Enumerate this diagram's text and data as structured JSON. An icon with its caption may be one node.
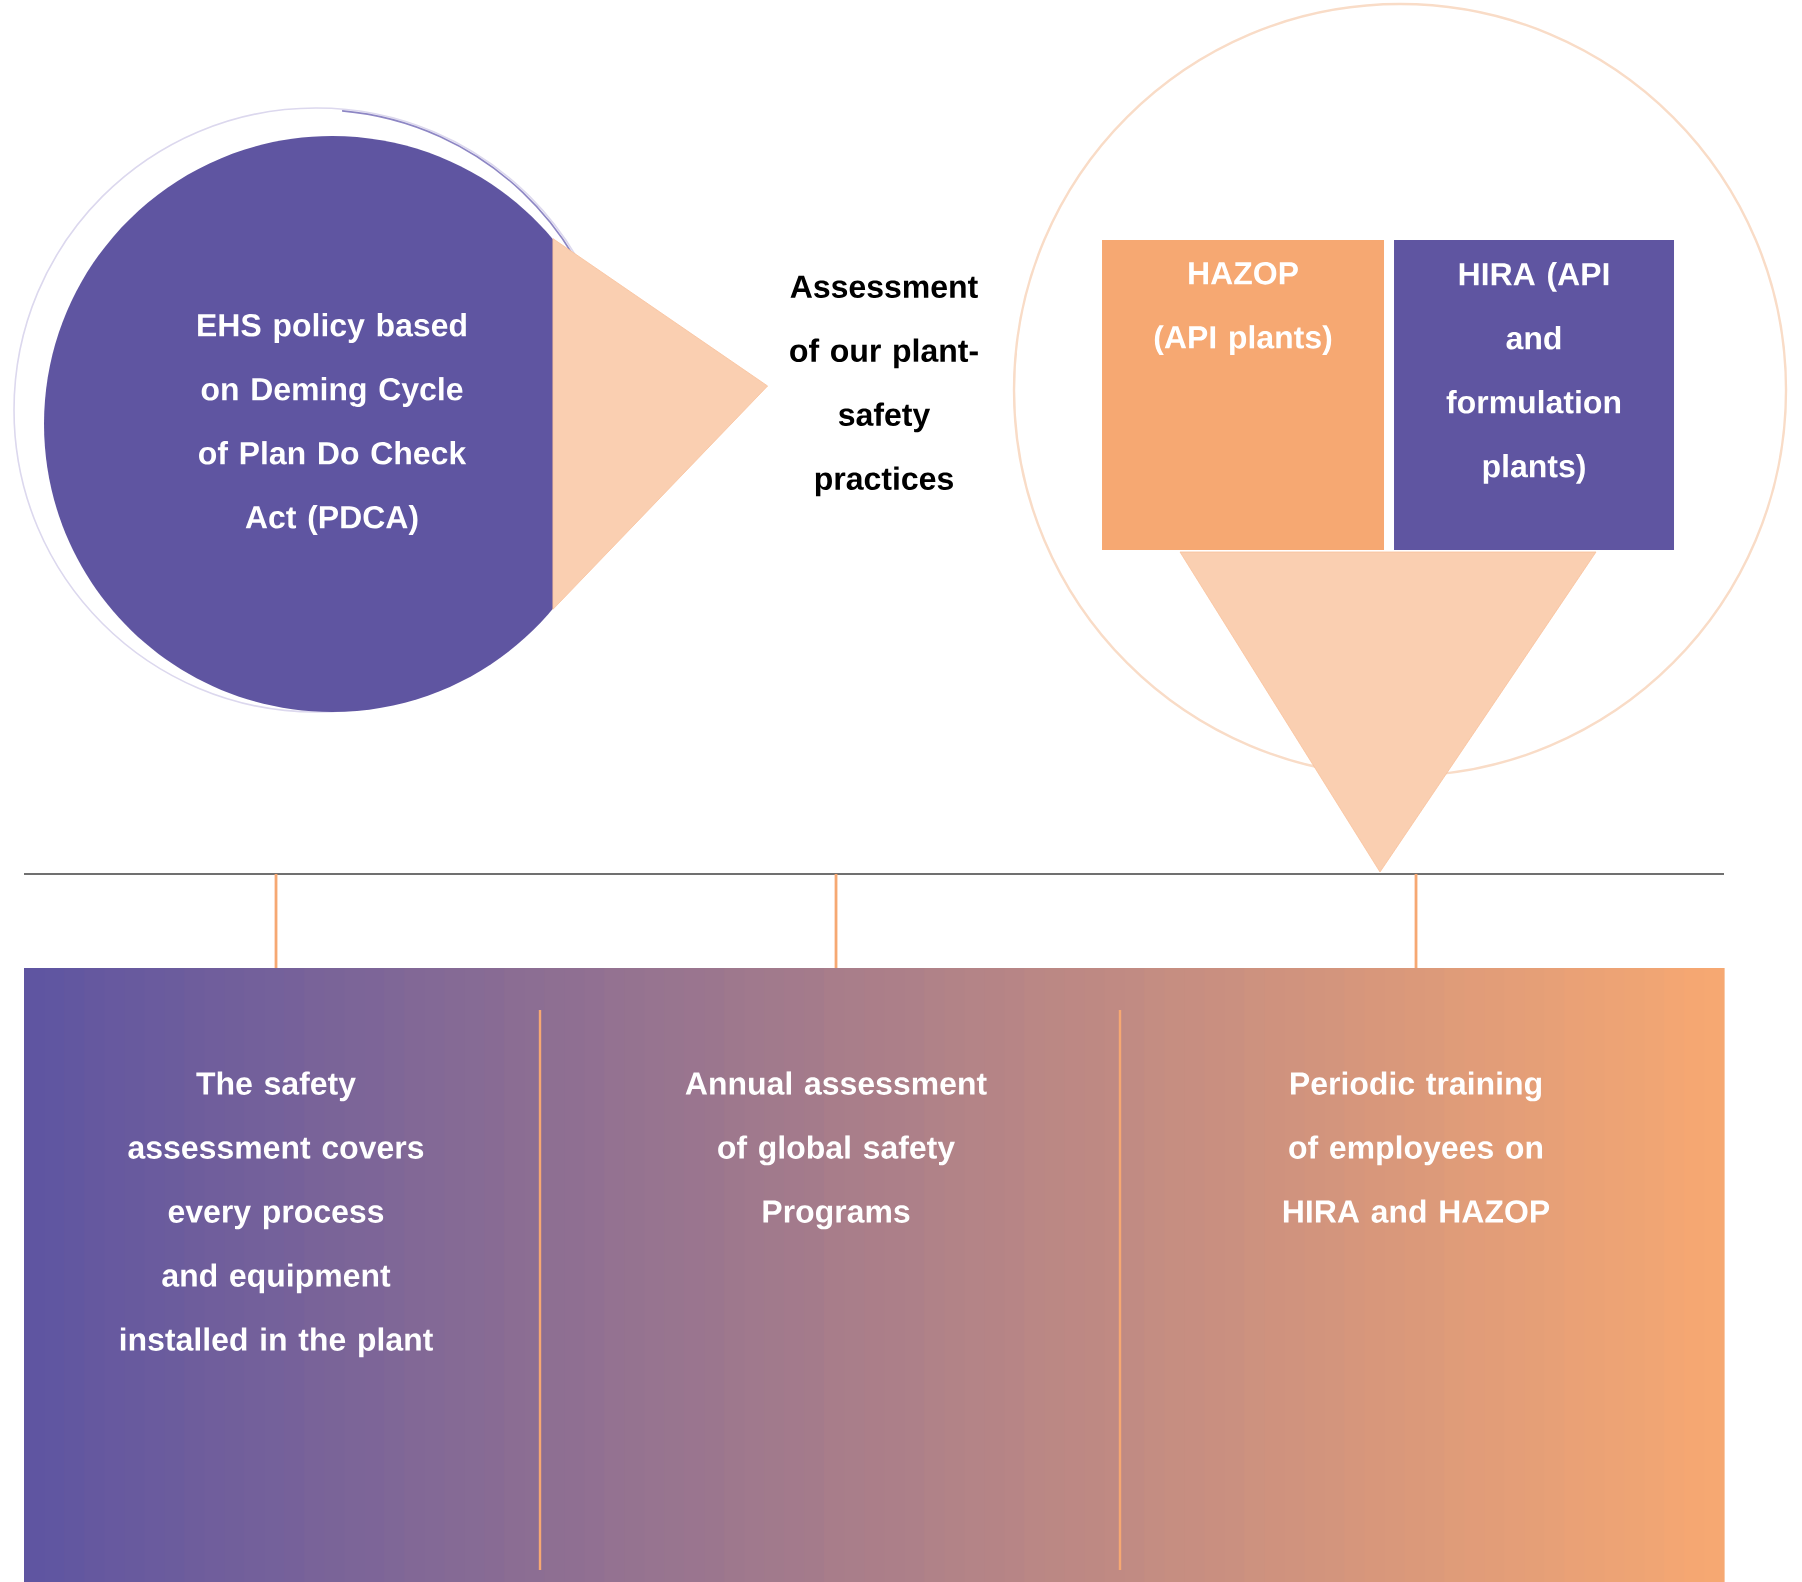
{
  "diagram": {
    "nodes": [
      {
        "text": [
          "EHS policy based on Deming Cycle of Plan Do Check Act (PDCA)"
        ]
      },
      {
        "text": [
          "Assessment of our plant-safety practices"
        ]
      },
      {
        "text": [],
        "shape": "circle"
      },
      {
        "text": [
          "HAZOP (API plants)"
        ],
        "in": 2
      },
      {
        "text": [
          "HIRA (API and formulation plants)"
        ],
        "in": 2
      },
      {
        "text": [],
        "shape": "box"
      },
      {
        "text": [
          "The safety assessment covers every process and equipment installed in the plant"
        ],
        "in": 5
      },
      {
        "text": [
          "Annual assessment of global safety Programs"
        ],
        "in": 5
      },
      {
        "text": [
          "Periodic training of employees on HIRA and HAZOP"
        ],
        "in": 5
      }
    ],
    "edges": [
      {
        "from": 0,
        "to": 1,
        "arrow": "to"
      },
      {
        "from": 2,
        "to": null,
        "arrow": "to"
      }
    ]
  }
}
